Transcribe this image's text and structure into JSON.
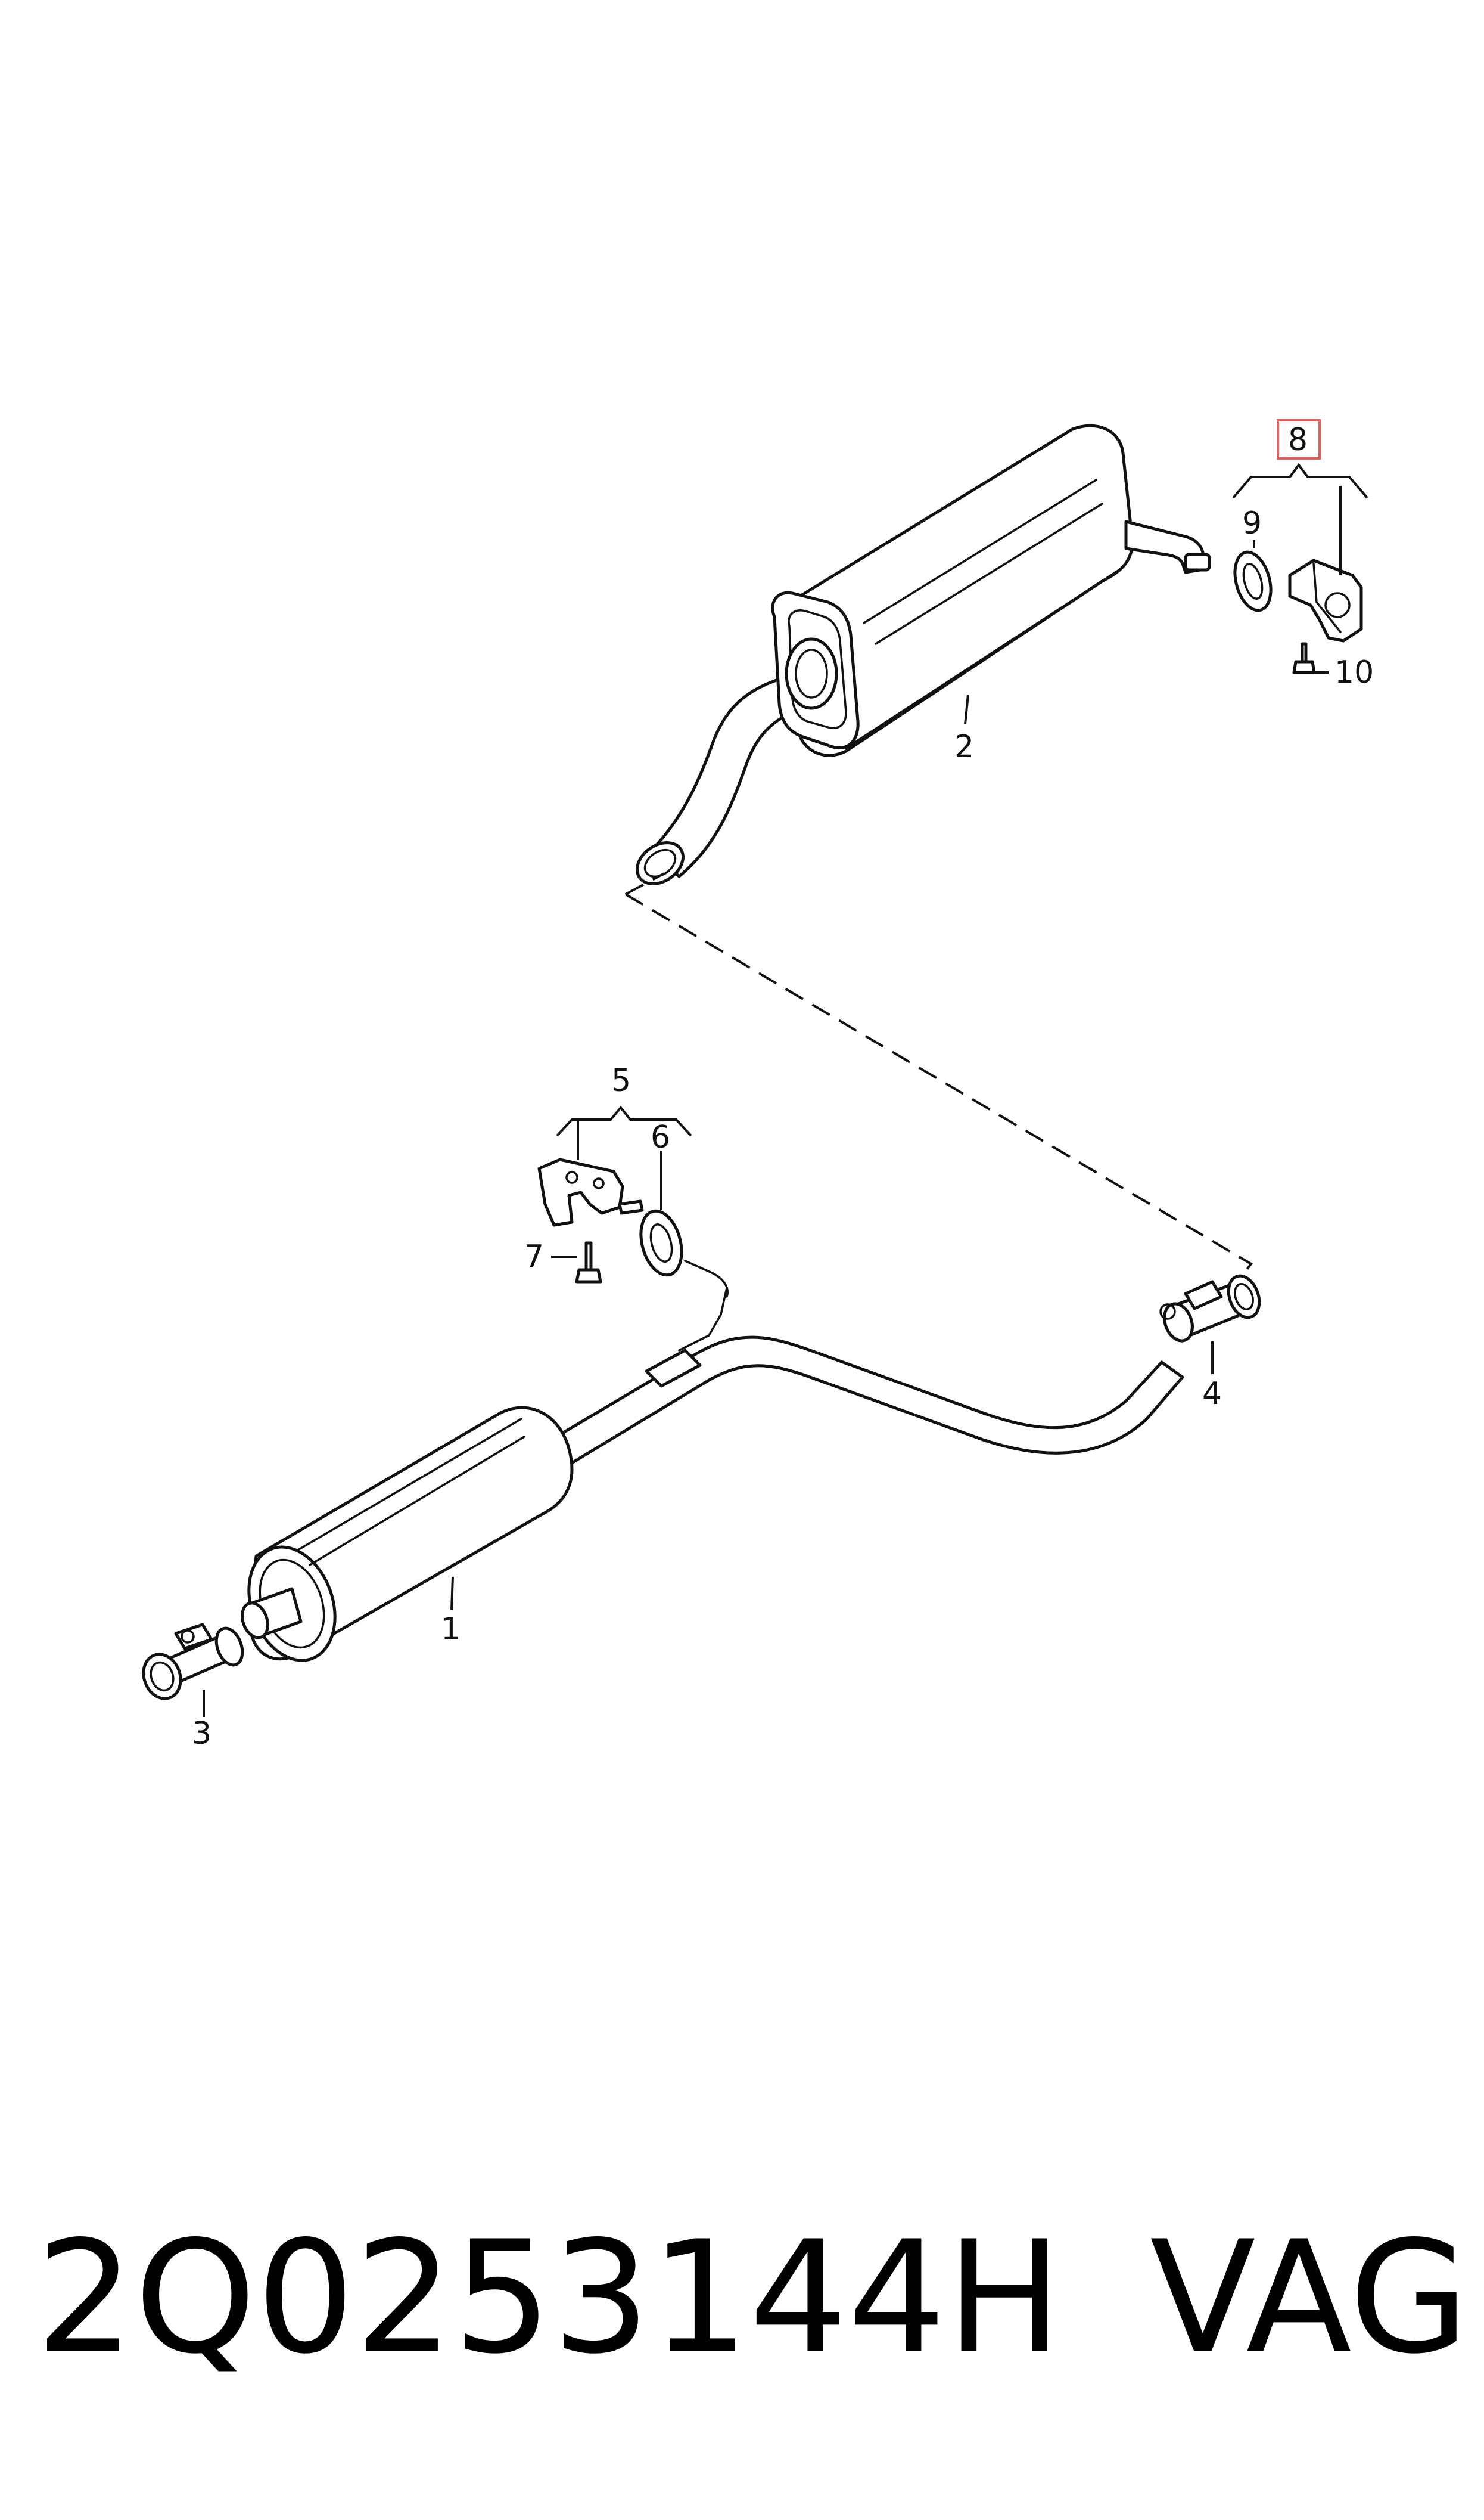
{
  "callouts": {
    "c1": "1",
    "c2": "2",
    "c3": "3",
    "c4": "4",
    "c5": "5",
    "c6": "6",
    "c7": "7",
    "c8": "8",
    "c9": "9",
    "c10": "10"
  },
  "footer": {
    "part_number": "2Q0253144H",
    "brand": "VAG"
  },
  "colors": {
    "ink": "#111111",
    "highlight_box": "#e06060"
  }
}
